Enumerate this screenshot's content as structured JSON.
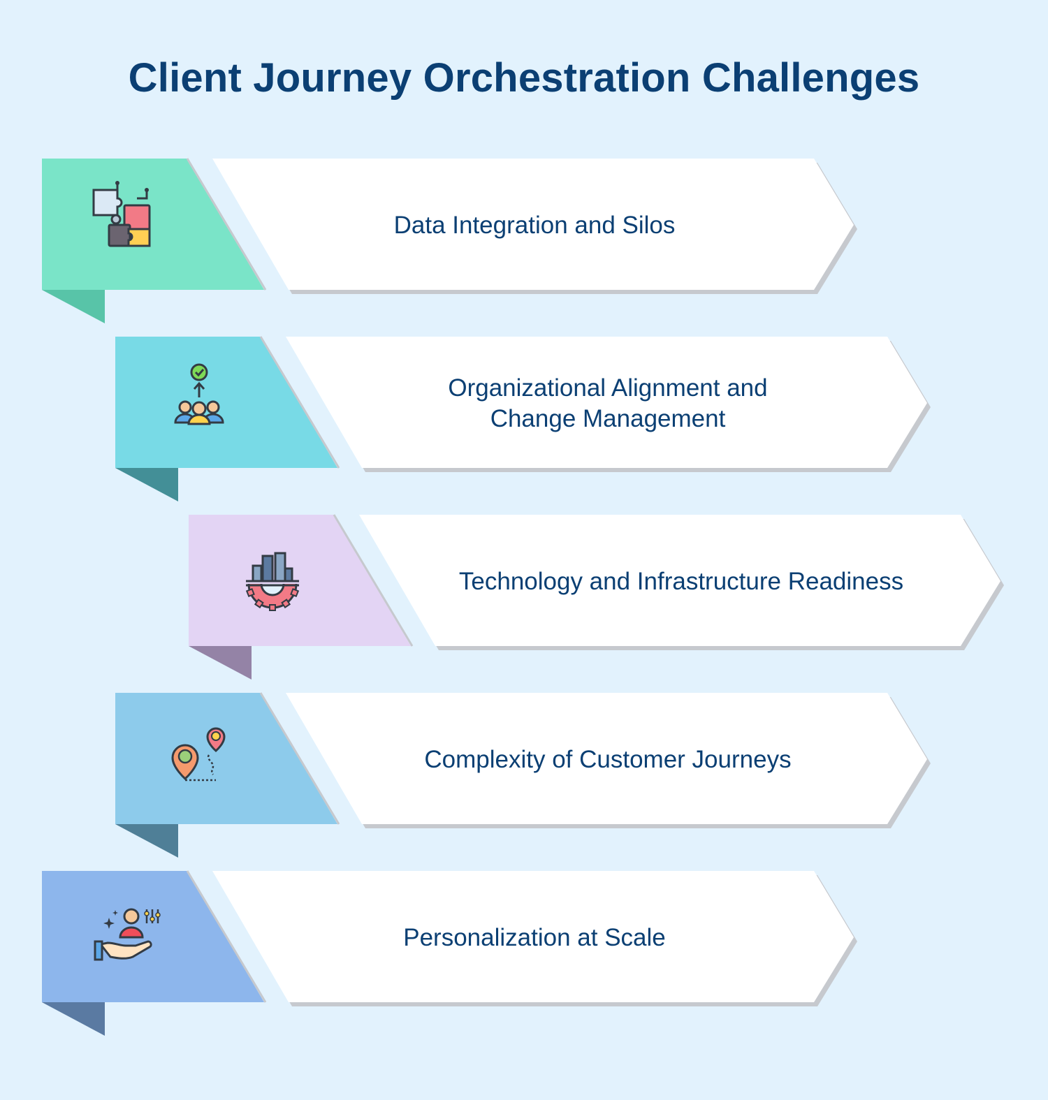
{
  "title": "Client Journey Orchestration Challenges",
  "colors": {
    "background": "#e2f2fd",
    "title": "#0b3f73",
    "label": "#0b3f73",
    "card": "#ffffff",
    "card_shadow": "#c6c9ce"
  },
  "items": [
    {
      "label_lines": [
        "Data Integration and Silos"
      ],
      "icon": "puzzle-pieces-icon",
      "color": "#7ae4c8",
      "fold_color": "#58c4a8"
    },
    {
      "label_lines": [
        "Organizational Alignment and",
        "Change Management"
      ],
      "icon": "team-growth-icon",
      "color": "#78dae6",
      "fold_color": "#438f97"
    },
    {
      "label_lines": [
        "Technology and Infrastructure Readiness"
      ],
      "icon": "city-gear-icon",
      "color": "#e3d4f4",
      "fold_color": "#9483a6"
    },
    {
      "label_lines": [
        "Complexity of Customer Journeys"
      ],
      "icon": "journey-map-icon",
      "color": "#8dcbeb",
      "fold_color": "#4f7f97"
    },
    {
      "label_lines": [
        "Personalization at Scale"
      ],
      "icon": "personalization-hand-icon",
      "color": "#8db6ec",
      "fold_color": "#5a7aa2"
    }
  ]
}
